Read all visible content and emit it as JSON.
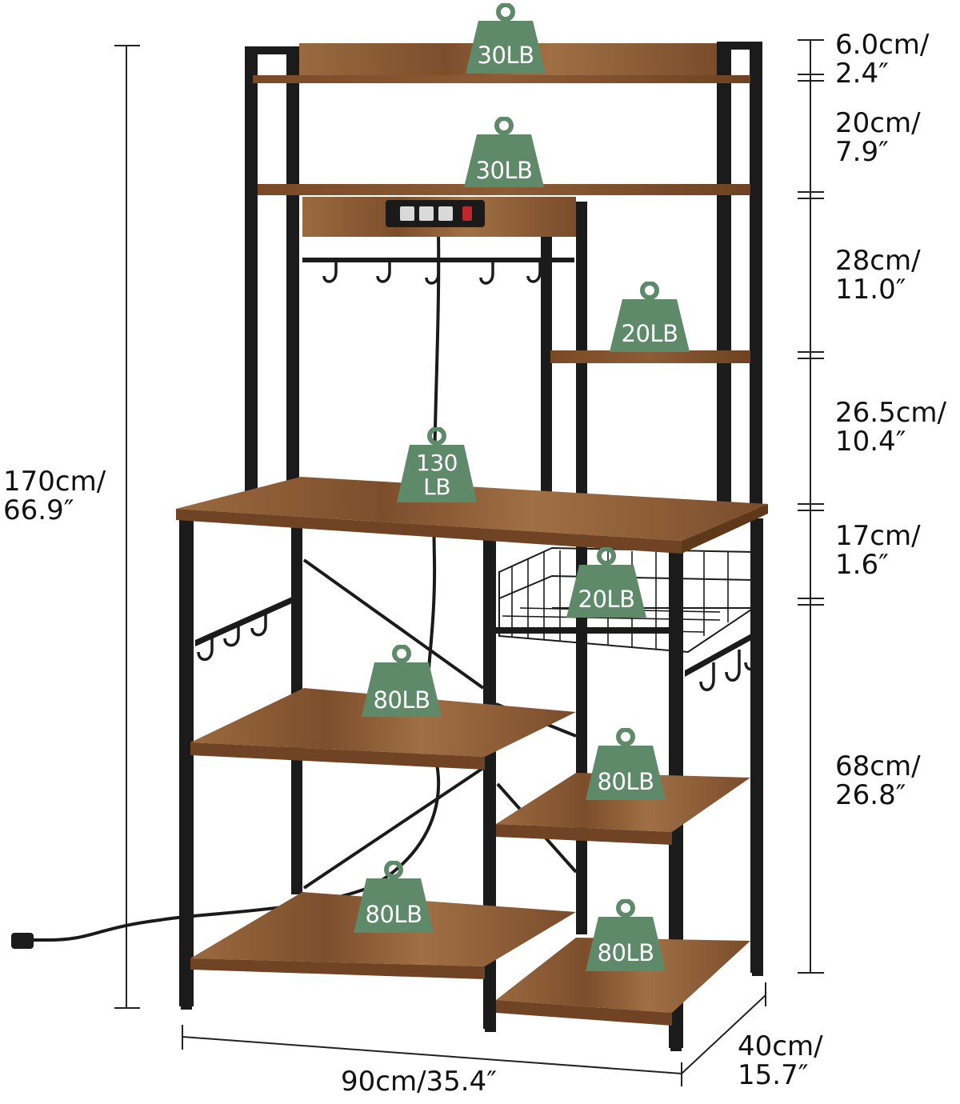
{
  "dimensions": {
    "total_height": {
      "line1": "170cm/",
      "line2": "66.9″"
    },
    "width": "90cm/35.4″",
    "depth": {
      "line1": "40cm/",
      "line2": "15.7″"
    },
    "gaps": [
      {
        "line1": "6.0cm/",
        "line2": "2.4″"
      },
      {
        "line1": "20cm/",
        "line2": "7.9″"
      },
      {
        "line1": "28cm/",
        "line2": "11.0″"
      },
      {
        "line1": "26.5cm/",
        "line2": "10.4″"
      },
      {
        "line1": "17cm/",
        "line2": "1.6″"
      },
      {
        "line1": "68cm/",
        "line2": "26.8″"
      }
    ]
  },
  "loads": [
    {
      "id": "top-shelf",
      "label": "30LB"
    },
    {
      "id": "second-shelf",
      "label": "30LB"
    },
    {
      "id": "side-shelf",
      "label": "20LB"
    },
    {
      "id": "desktop",
      "line1": "130",
      "line2": "LB"
    },
    {
      "id": "basket",
      "label": "20LB"
    },
    {
      "id": "middle-left-shelf",
      "label": "80LB"
    },
    {
      "id": "middle-right-shelf",
      "label": "80LB"
    },
    {
      "id": "bottom-left-shelf",
      "label": "80LB"
    },
    {
      "id": "bottom-right-shelf",
      "label": "80LB"
    }
  ],
  "colors": {
    "wood": "#8a5a35",
    "frame": "#1b1b1b",
    "badge": "#5e8a6a"
  }
}
